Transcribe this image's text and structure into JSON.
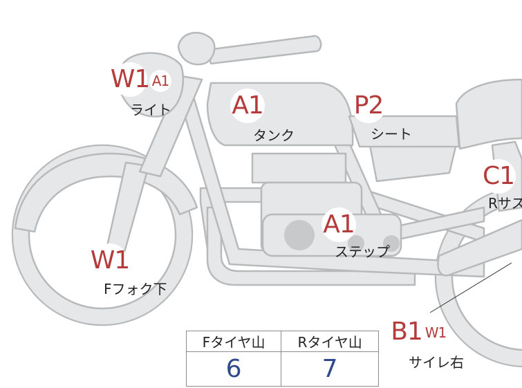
{
  "parts": {
    "light": {
      "label": "ライト",
      "grades": [
        "W1",
        "A1"
      ]
    },
    "tank": {
      "label": "タンク",
      "grade": "A1"
    },
    "seat": {
      "label": "シート",
      "grade": "P2"
    },
    "rear_suspension": {
      "label": "Rサス",
      "grade": "C1"
    },
    "step": {
      "label": "ステップ",
      "grade": "A1"
    },
    "front_fork_lower": {
      "label": "Fフォク下",
      "grade": "W1"
    },
    "silencer_right": {
      "label": "サイレ右",
      "grades": [
        "B1",
        "W1"
      ]
    }
  },
  "tire_table": {
    "front_label": "Fタイヤ山",
    "rear_label": "Rタイヤ山",
    "front_value": "6",
    "rear_value": "7"
  }
}
